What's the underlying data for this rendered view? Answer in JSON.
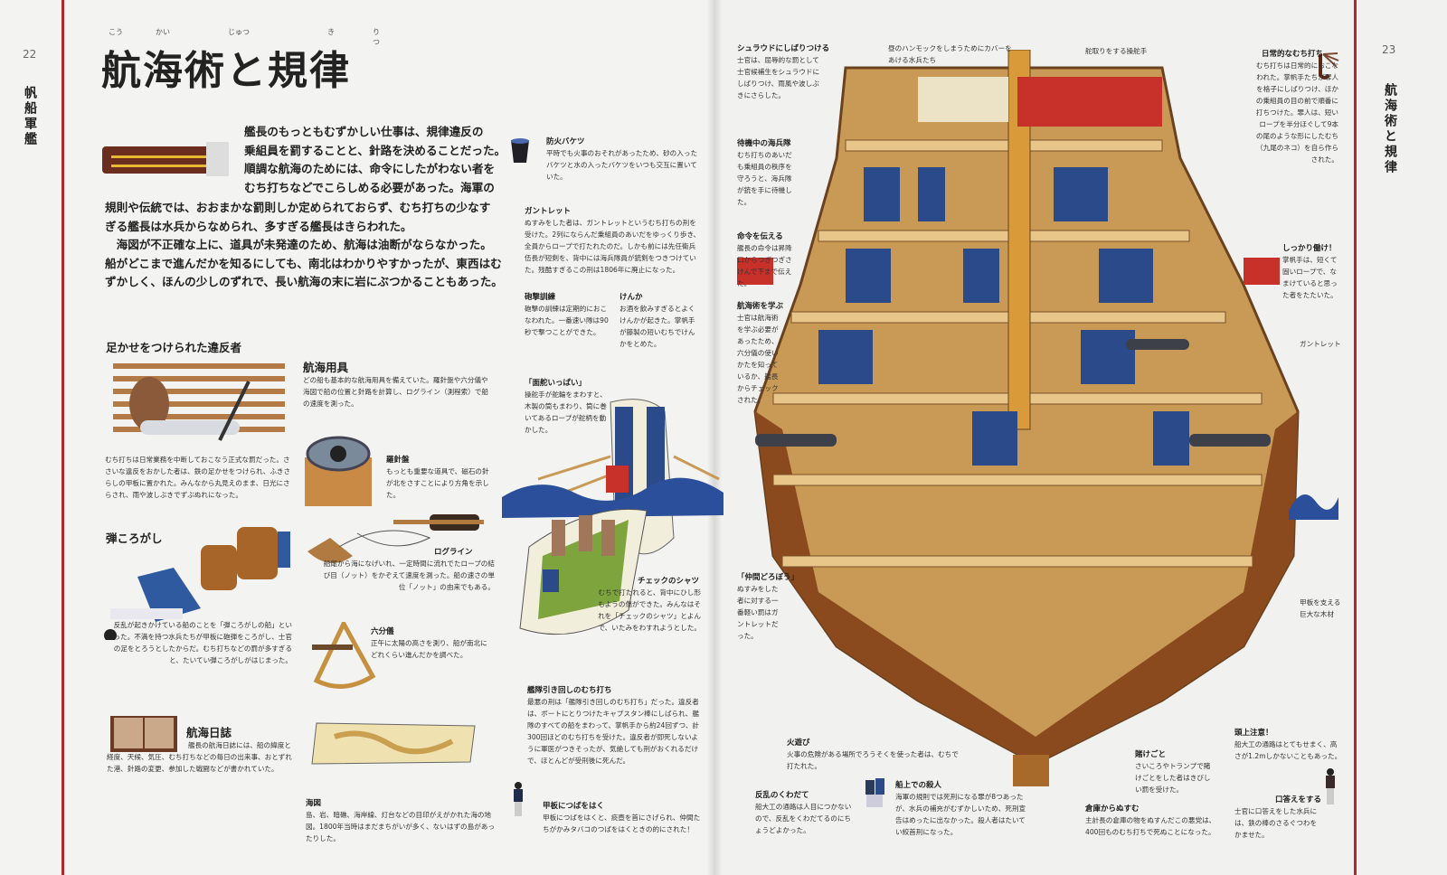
{
  "left_page": {
    "page_number": "22",
    "side_title": "帆船軍艦",
    "title": "航海術と規律",
    "title_ruby": [
      "こう",
      "かい",
      "じゅつ",
      "き",
      "りつ"
    ],
    "intro": [
      "艦長のもっともむずかしい仕事は、規律違反の",
      "乗組員を罰することと、針路を決めることだった。",
      "順調な航海のためには、命令にしたがわない者を",
      "むち打ちなどでこらしめる必要があった。海軍の",
      "規則や伝統では、おおまかな罰則しか定められておらず、むち打ちの少なす",
      "ぎる艦長は水兵からなめられ、多すぎる艦長はきらわれた。",
      "　海図が不正確な上に、道具が未発達のため、航海は油断がならなかった。",
      "船がどこまで進んだかを知るにしても、南北はわかりやすかったが、東西はむ",
      "ずかしく、ほんの少しのずれで、長い航海の末に岩にぶつかることもあった。"
    ],
    "shackled": {
      "heading": "足かせをつけられた違反者",
      "text": "むち打ちは日常業務を中断しておこなう正式な罰だった。ささいな違反をおかした者は、鉄の足かせをつけられ、ふきさらしの甲板に置かれた。みんなから丸見えのまま、日光にさらされ、雨や波しぶきでずぶぬれになった。"
    },
    "tools": {
      "heading": "航海用具",
      "text": "どの船も基本的な航海用具を備えていた。羅針盤や六分儀や海図で船の位置と針路を計算し、ログライン（測程索）で船の速度を測った。"
    },
    "compass": {
      "heading": "羅針盤",
      "text": "もっとも重要な道具で、磁石の針が北をさすことにより方角を示した。"
    },
    "logline": {
      "heading": "ログライン",
      "text": "船尾から海になげいれ、一定時間に流れでたロープの結び目（ノット）をかぞえて速度を測った。船の速さの単位「ノット」の由来でもある。"
    },
    "rolling": {
      "heading": "弾ころがし",
      "text": "反乱が起きかけている船のことを「弾ころがしの船」といった。不満を持つ水兵たちが甲板に砲弾をころがし、士官の足をとろうとしたからだ。むち打ちなどの罰が多すぎると、たいてい弾ころがしがはじまった。"
    },
    "sextant": {
      "heading": "六分儀",
      "text": "正午に太陽の高さを測り、船が南北にどれくらい進んだかを調べた。"
    },
    "logbook": {
      "heading": "航海日誌",
      "text": "艦長の航海日誌には、船の緯度と経度、天候、気圧、むち打ちなどの毎日の出来事、おとずれた港、針路の変更、参加した戦闘などが書かれていた。"
    },
    "chart": {
      "heading": "海図",
      "text": "島、岩、暗礁、海岸線、灯台などの目印がえがかれた海の地図。1800年当時はまだまちがいが多く、ないはずの島があったりした。"
    }
  },
  "middle": {
    "bucket": {
      "heading": "防火バケツ",
      "text": "平時でも火事のおそれがあったため、砂の入ったバケツと水の入ったバケツをいつも交互に置いていた。"
    },
    "gauntlet": {
      "heading": "ガントレット",
      "text": "ぬすみをした者は、ガントレットというむち打ちの刑を受けた。2列にならんだ乗組員のあいだをゆっくり歩き、全員からロープで打たれたのだ。しかも前には先任衛兵伍長が短剣を、背中には海兵隊員が銃剣をつきつけていた。残酷すぎるこの刑は1806年に廃止になった。"
    },
    "gun_drill": {
      "heading": "砲撃訓練",
      "text": "砲撃の訓練は定期的におこなわれた。一番速い隊は90秒で撃つことができた。"
    },
    "fight": {
      "heading": "けんか",
      "text": "お酒を飲みすぎるとよくけんかが起きた。掌帆手が籐製の短いむちでけんかをとめた。"
    },
    "helm": {
      "heading": "「面舵いっぱい」",
      "text": "操舵手が舵輪をまわすと、木製の筒もまわり、筒に巻いてあるロープが舵柄を動かした。"
    },
    "check_shirt": {
      "heading": "チェックのシャツ",
      "text": "むちで打たれると、背中にひし形もようの傷ができた。みんなはそれを「チェックのシャツ」とよんで、いたみをわすれようとした。"
    },
    "fleet_flogging": {
      "heading": "艦隊引き回しのむち打ち",
      "text": "最悪の刑は「艦隊引き回しのむち打ち」だった。違反者は、ボートにとりつけたキャプスタン棒にしばられ、艦隊のすべての船をまわって、掌帆手から約24回ずつ、計300回ほどのむち打ちを受けた。違反者が即死しないように軍医がつきそったが、気絶しても刑がおくれるだけで、ほとんどが受刑後に死んだ。"
    },
    "spitting": {
      "heading": "甲板につばをはく",
      "text": "甲板につばをはくと、痰壺を首にさげられ、仲間たちがかみタバコのつばをはくときの的にされた！"
    }
  },
  "right_page": {
    "page_number": "23",
    "side_title": "航海術と規律",
    "shroud": {
      "heading": "シュラウドにしばりつける",
      "text": "士官は、屈辱的な罰として士官候補生をシュラウドにしばりつけ、雨風や波しぶきにさらした。"
    },
    "hammock": {
      "text": "昼のハンモックをしまうためにカバーをあける水兵たち"
    },
    "helmsman": {
      "text": "舵取りをする操舵手"
    },
    "marines": {
      "heading": "待機中の海兵隊",
      "text": "むち打ちのあいだも乗組員の秩序を守ろうと、海兵隊が銃を手に待機した。"
    },
    "orders": {
      "heading": "命令を伝える",
      "text": "艦長の命令は昇降口からつぎつぎさけんで下まで伝えた。"
    },
    "learning": {
      "heading": "航海術を学ぶ",
      "text": "士官は航海術を学ぶ必要があったため、六分儀の使いかたを知っているか、艦長からチェックされた。"
    },
    "thief": {
      "heading": "「仲間どろぼう」",
      "text": "ぬすみをした者に対する一番軽い罰はガントレットだった。"
    },
    "daily_flogging": {
      "heading": "日常的なむち打ち",
      "text": "むち打ちは日常的におこなわれた。掌帆手たちが罪人を格子にしばりつけ、ほかの乗組員の目の前で順番に打ちつけた。罪人は、短いロープを半分ほぐして9本の尾のような形にしたむち（九尾のネコ）を自ら作らされた。"
    },
    "work_hard": {
      "heading": "しっかり働け！",
      "text": "掌帆手は、短くて固いロープで、なまけていると思った者をたたいた。"
    },
    "gauntlet_label": "ガントレット",
    "timber": {
      "text": "甲板を支える巨大な木材"
    },
    "fire": {
      "heading": "火遊び",
      "text": "火事の危険がある場所でろうそくを使った者は、むちで打たれた。"
    },
    "mutiny": {
      "heading": "反乱のくわだて",
      "text": "船大工の通路は人目につかないので、反乱をくわだてるのにちょうどよかった。"
    },
    "murder": {
      "heading": "船上での殺人",
      "text": "海軍の規則では死刑になる罪が8つあったが、水兵の補充がむずかしいため、死刑宣告はめったに出なかった。殺人者はたいてい絞首刑になった。"
    },
    "storeroom": {
      "heading": "倉庫からぬすむ",
      "text": "主計長の倉庫の物をぬすんだこの悪党は、400回ものむち打ちで死ぬことになった。"
    },
    "gambling": {
      "heading": "賭けごと",
      "text": "さいころやトランプで賭けごとをした者はきびしい罰を受けた。"
    },
    "head": {
      "heading": "頭上注意！",
      "text": "船大工の通路はとてもせまく、高さが1.2mしかないこともあった。"
    },
    "backtalk": {
      "heading": "口答えをする",
      "text": "士官に口答えをした水兵には、鉄の棒のさるぐつわをかませた。"
    }
  },
  "colors": {
    "rule": "#b3262a",
    "paper": "#f3f3f1",
    "wood": "#c89a55",
    "navy": "#2a4a8a",
    "marine_red": "#c8302a",
    "sea": "#2b4f9a"
  }
}
